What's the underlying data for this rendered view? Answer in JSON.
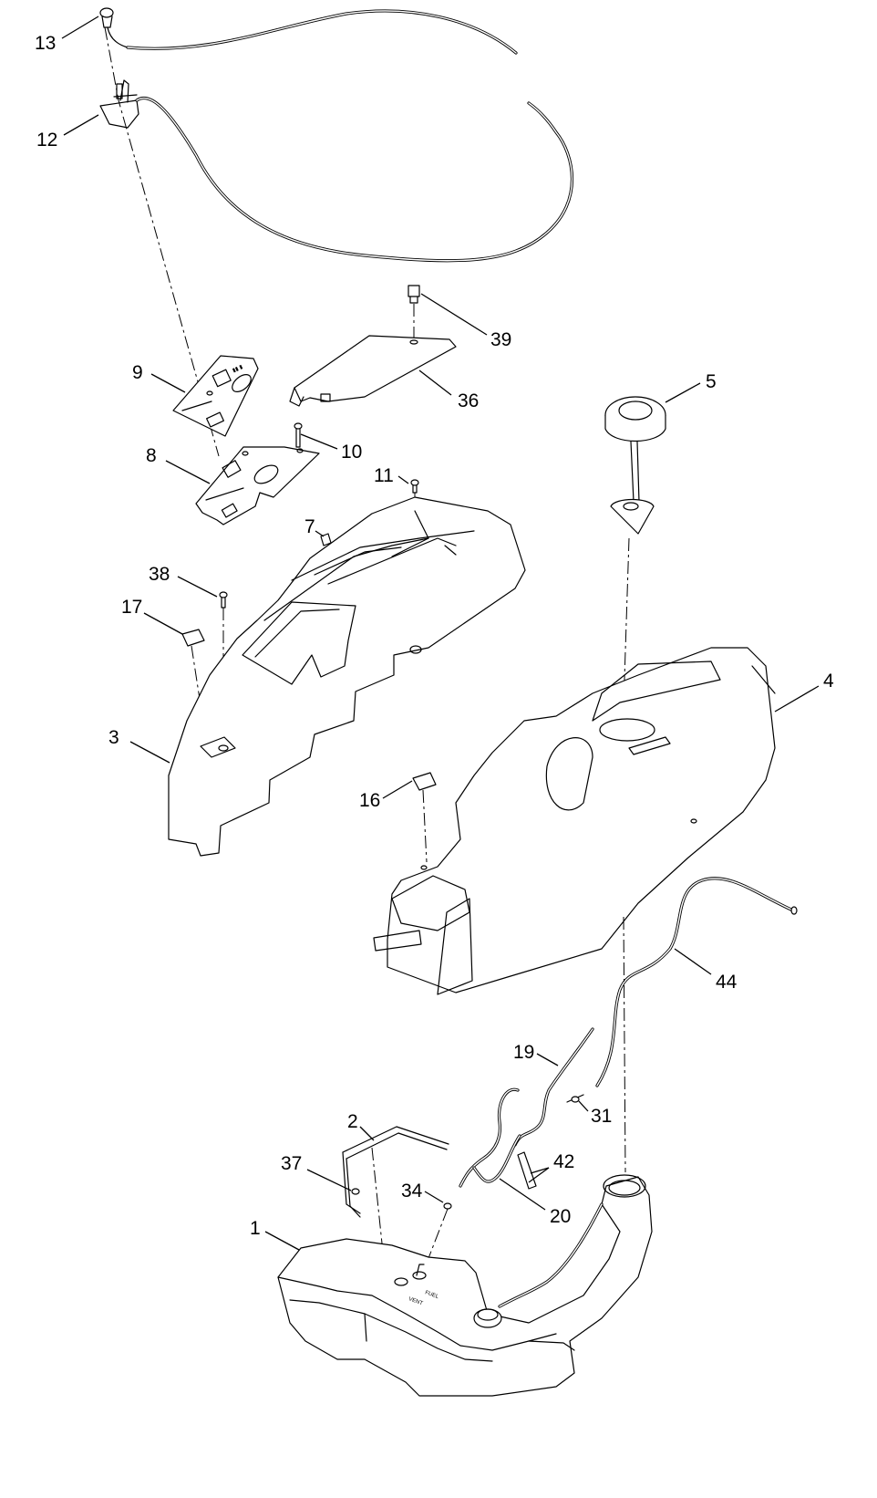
{
  "callouts": [
    {
      "id": "c13",
      "label": "13"
    },
    {
      "id": "c12",
      "label": "12"
    },
    {
      "id": "c39",
      "label": "39"
    },
    {
      "id": "c36",
      "label": "36"
    },
    {
      "id": "c9",
      "label": "9"
    },
    {
      "id": "c10",
      "label": "10"
    },
    {
      "id": "c8",
      "label": "8"
    },
    {
      "id": "c11",
      "label": "11"
    },
    {
      "id": "c5",
      "label": "5"
    },
    {
      "id": "c7",
      "label": "7"
    },
    {
      "id": "c38",
      "label": "38"
    },
    {
      "id": "c17",
      "label": "17"
    },
    {
      "id": "c4",
      "label": "4"
    },
    {
      "id": "c3",
      "label": "3"
    },
    {
      "id": "c16",
      "label": "16"
    },
    {
      "id": "c44",
      "label": "44"
    },
    {
      "id": "c19",
      "label": "19"
    },
    {
      "id": "c31",
      "label": "31"
    },
    {
      "id": "c2",
      "label": "2"
    },
    {
      "id": "c42",
      "label": "42"
    },
    {
      "id": "c37",
      "label": "37"
    },
    {
      "id": "c34",
      "label": "34"
    },
    {
      "id": "c20",
      "label": "20"
    },
    {
      "id": "c1",
      "label": "1"
    }
  ],
  "tank_markings": {
    "fuel": "FUEL",
    "vent": "VENT"
  }
}
